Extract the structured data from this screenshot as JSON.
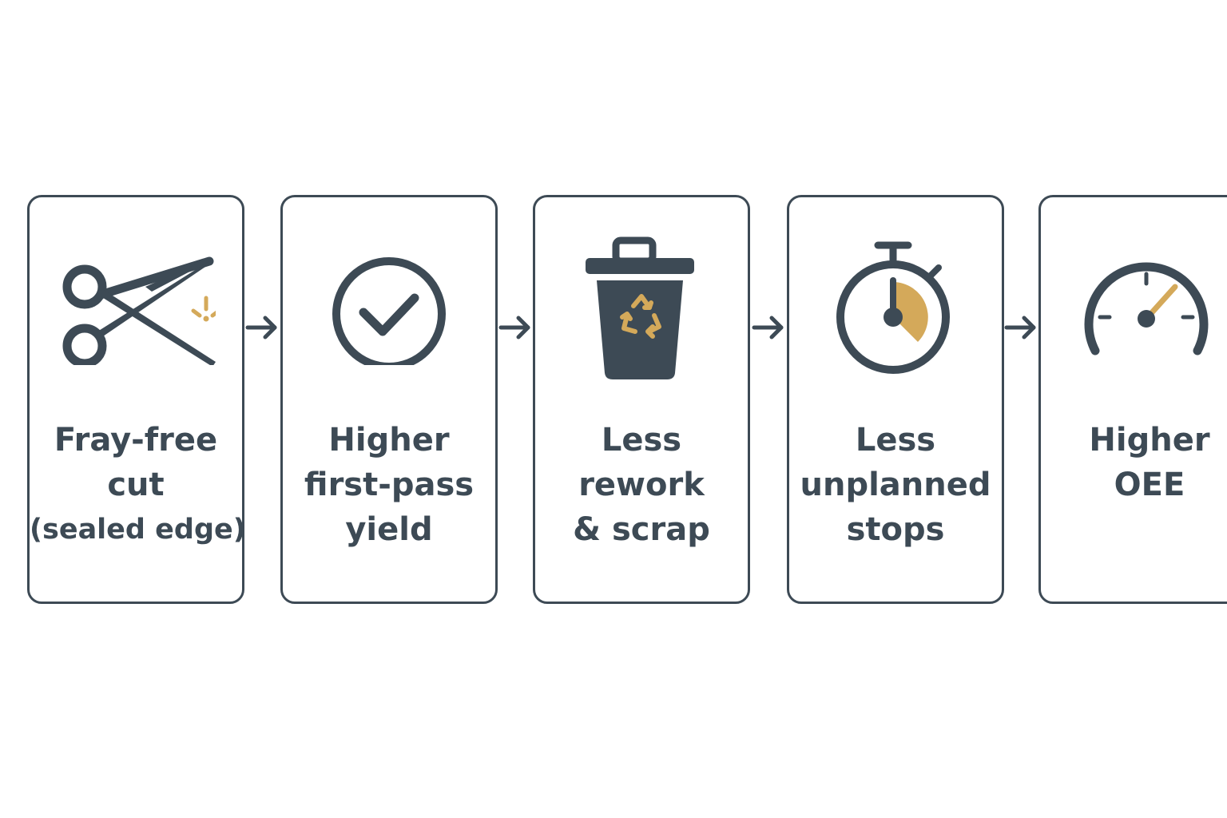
{
  "colors": {
    "primary": "#3d4a55",
    "accent": "#d4a95a",
    "background": "#ffffff"
  },
  "steps": [
    {
      "icon": "scissors-icon",
      "lines": [
        "Fray-free",
        "cut",
        "(sealed edge)"
      ]
    },
    {
      "icon": "check-circle-icon",
      "lines": [
        "Higher",
        "first-pass",
        "yield"
      ]
    },
    {
      "icon": "recycle-bin-icon",
      "lines": [
        "Less",
        "rework",
        "& scrap"
      ]
    },
    {
      "icon": "stopwatch-icon",
      "lines": [
        "Less",
        "unplanned",
        "stops"
      ]
    },
    {
      "icon": "gauge-icon",
      "lines": [
        "Higher",
        "OEE"
      ]
    }
  ],
  "connectors": [
    {
      "icon": "arrow-right-icon"
    },
    {
      "icon": "arrow-right-icon"
    },
    {
      "icon": "arrow-right-icon"
    },
    {
      "icon": "arrow-right-icon"
    }
  ]
}
